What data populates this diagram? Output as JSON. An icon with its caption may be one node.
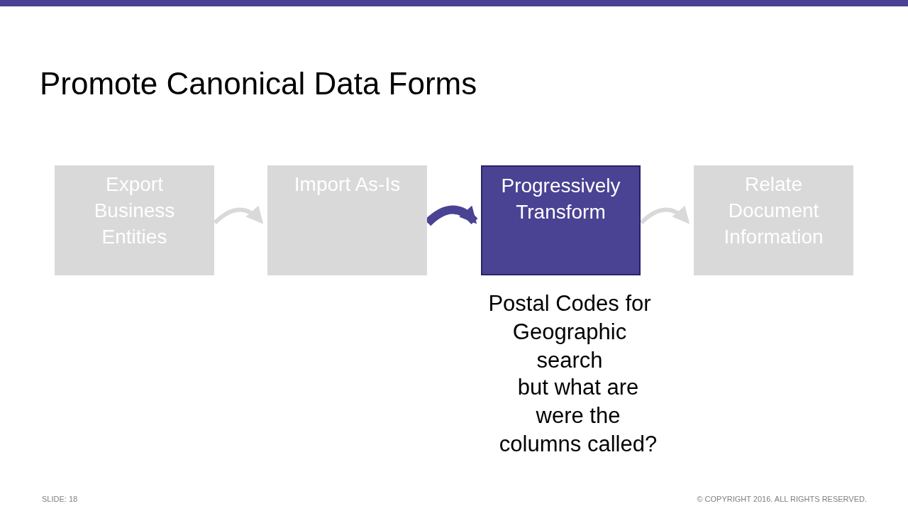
{
  "diagram": {
    "title": "Promote Canonical Data Forms",
    "nodes": [
      {
        "text": [
          "Export Business Entities"
        ]
      },
      {
        "text": [
          "Import As-Is"
        ]
      },
      {
        "text": [
          "Progressively Transform"
        ],
        "beside": [
          "Postal Codes for Geographic search",
          "but what are were the columns called?"
        ]
      },
      {
        "text": [
          "Relate Document Information"
        ]
      }
    ],
    "edges": [
      {
        "from": 0,
        "to": 1,
        "arrow": "to"
      },
      {
        "from": 1,
        "to": 2,
        "arrow": "to",
        "style": "thick",
        "color": "#4a4293"
      },
      {
        "from": 2,
        "to": 3,
        "arrow": "to"
      }
    ],
    "labels": [
      "SLIDE: 18",
      "© COPYRIGHT 2016. ALL RIGHTS RESERVED."
    ]
  }
}
